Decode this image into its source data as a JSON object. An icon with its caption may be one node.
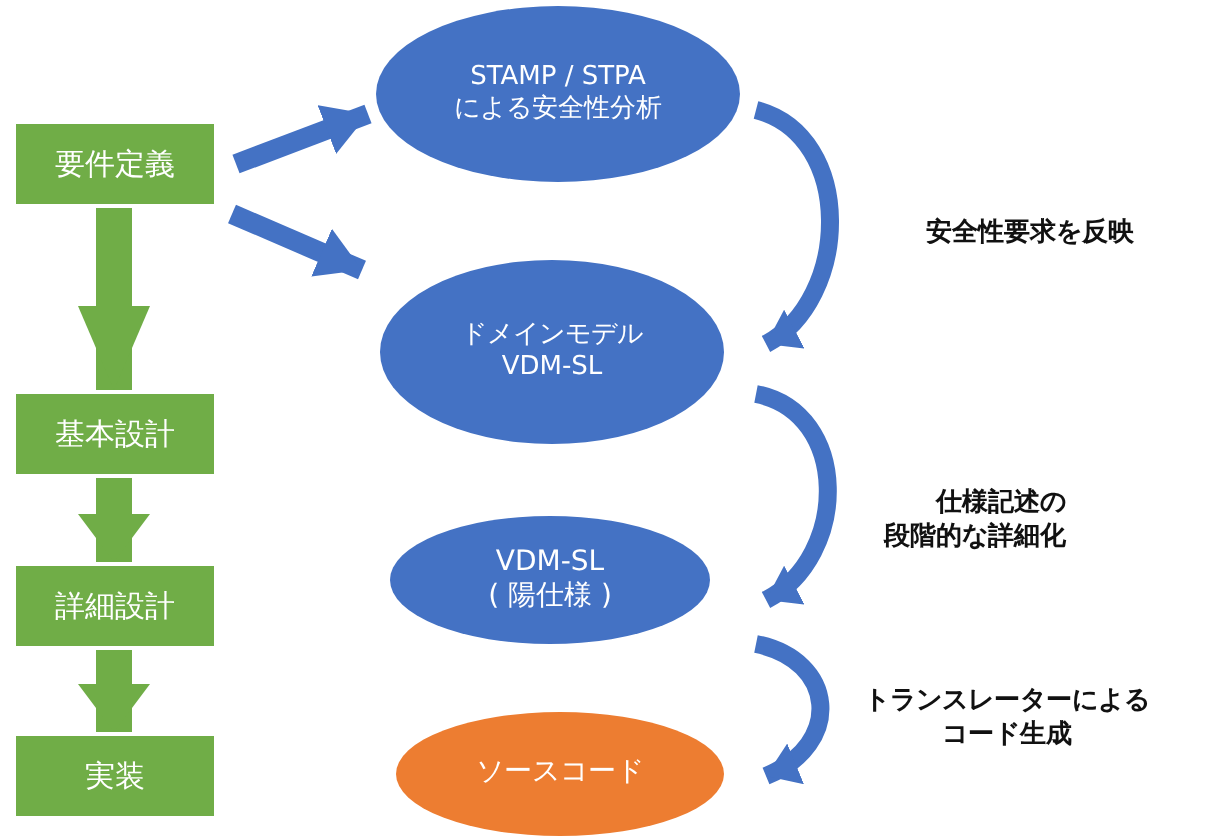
{
  "diagram": {
    "nodes": [
      {
        "text": [
          "要件定義"
        ]
      },
      {
        "text": [
          "基本設計"
        ]
      },
      {
        "text": [
          "詳細設計"
        ]
      },
      {
        "text": [
          "実装"
        ]
      },
      {
        "text": [
          "STAMP / STPA による安全性分析"
        ]
      },
      {
        "text": [
          "ドメインモデル VDM-SL"
        ]
      },
      {
        "text": [
          "VDM-SL ( 陽仕様 )"
        ]
      },
      {
        "text": [
          "ソースコード"
        ]
      }
    ],
    "edges": [
      {
        "from": 0,
        "to": 1,
        "arrow": "to",
        "style": "thick",
        "color": "#70ad47"
      },
      {
        "from": 1,
        "to": 2,
        "arrow": "to",
        "style": "thick",
        "color": "#70ad47"
      },
      {
        "from": 2,
        "to": 3,
        "arrow": "to",
        "style": "thick",
        "color": "#70ad47"
      },
      {
        "from": 0,
        "to": 4,
        "arrow": "to",
        "color": "#4472c4"
      },
      {
        "from": 0,
        "to": 5,
        "arrow": "to",
        "color": "#4472c4"
      },
      {
        "from": 4,
        "to": 5,
        "arrow": "to",
        "color": "#4472c4",
        "label": "安全性要求を反映"
      },
      {
        "from": 5,
        "to": 6,
        "arrow": "to",
        "color": "#4472c4",
        "label": "仕様記述の段階的な詳細化"
      },
      {
        "from": 6,
        "to": 7,
        "arrow": "to",
        "color": "#4472c4",
        "label": "トランスレーターによるコード生成"
      }
    ]
  }
}
